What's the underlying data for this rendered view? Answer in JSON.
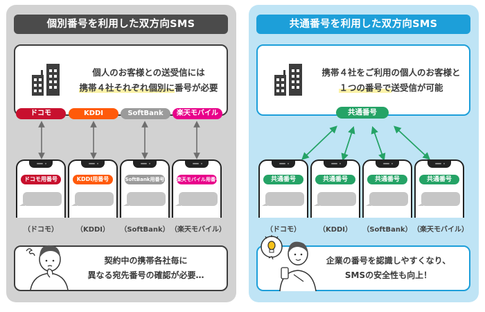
{
  "left": {
    "title": "個別番号を利用した双方向SMS",
    "top_message": {
      "line1": "個人のお客様との送受信には",
      "line2_highlight": "携帯４社それぞれ個別に",
      "line2_rest": "番号が必要"
    },
    "carriers": [
      {
        "pill": "ドコモ",
        "tag": "ドコモ用番号",
        "label": "（ドコモ）",
        "color": "#c8102e"
      },
      {
        "pill": "KDDI",
        "tag": "KDDI用番号",
        "label": "（KDDI）",
        "color": "#ff5a0a"
      },
      {
        "pill": "SoftBank",
        "tag": "SoftBank用番号",
        "label": "（SoftBank）",
        "color": "#9b9b9b"
      },
      {
        "pill": "楽天モバイル",
        "tag": "楽天モバイル用番号",
        "label": "（楽天モバイル）",
        "color": "#e8008a"
      }
    ],
    "bottom_message": {
      "line1": "契約中の携帯各社毎に",
      "line2": "異なる宛先番号の確認が必要…"
    }
  },
  "right": {
    "title": "共通番号を利用した双方向SMS",
    "top_message": {
      "line1": "携帯４社をご利用の個人のお客様と",
      "line2_highlight": "１つの番号で",
      "line2_rest": "送受信が可能"
    },
    "shared_pill": "共通番号",
    "shared_color": "#25a366",
    "carriers": [
      {
        "tag": "共通番号",
        "label": "（ドコモ）"
      },
      {
        "tag": "共通番号",
        "label": "（KDDI）"
      },
      {
        "tag": "共通番号",
        "label": "（SoftBank）"
      },
      {
        "tag": "共通番号",
        "label": "（楽天モバイル）"
      }
    ],
    "bottom_message": {
      "line1": "企業の番号を認識しやすくなり、",
      "line2": "SMSの安全性も向上！"
    }
  },
  "colors": {
    "left_panel_bg": "#d2d2d2",
    "left_header": "#4b4b4b",
    "right_panel_bg": "#bfe4f5",
    "right_header": "#1d9fd9",
    "arrow_gray": "#6e6e6e",
    "arrow_green": "#25a366"
  }
}
